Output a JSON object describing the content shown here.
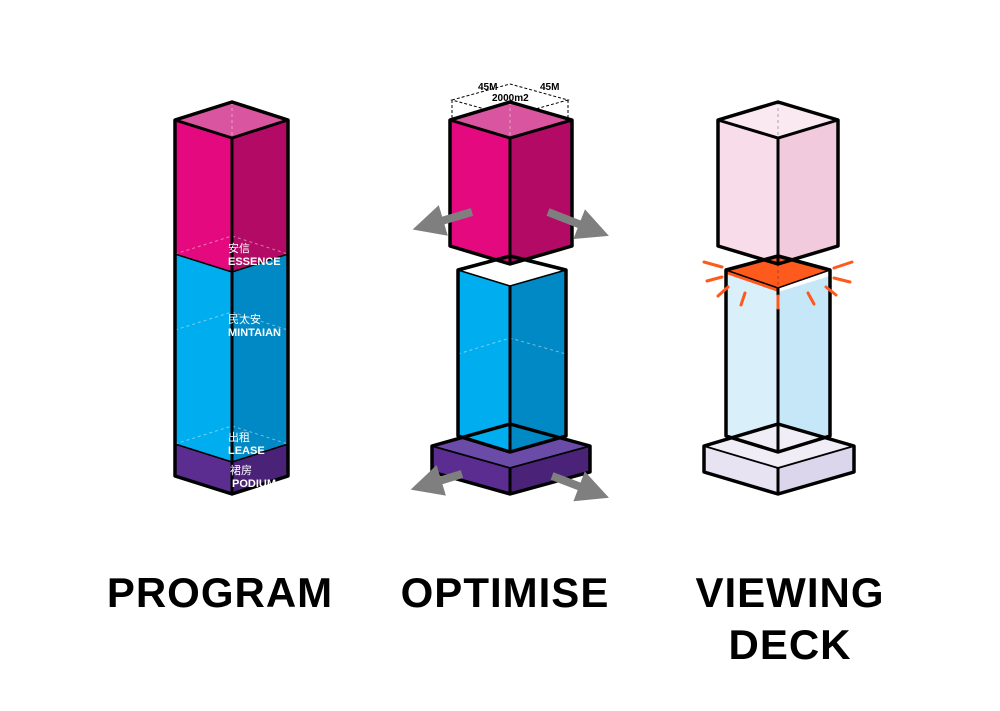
{
  "panels": [
    {
      "id": "program",
      "title": "PROGRAM",
      "sections": [
        {
          "zh": "安信",
          "en": "ESSENCE"
        },
        {
          "zh": "民太安",
          "en": "MINTAIAN"
        },
        {
          "zh": "出租",
          "en": "LEASE"
        },
        {
          "zh": "裙房",
          "en": "PODIUM"
        }
      ]
    },
    {
      "id": "optimise",
      "title": "OPTIMISE",
      "dimensions": {
        "width": "45M",
        "depth": "45M",
        "area": "2000m2"
      }
    },
    {
      "id": "viewing-deck",
      "title_line1": "VIEWING",
      "title_line2": "DECK"
    }
  ],
  "colors": {
    "essence": "#e5097f",
    "essence_top": "#d9559f",
    "essence_side": "#b30a66",
    "tower": "#00adee",
    "tower_side": "#0089c4",
    "podium": "#5b2d90",
    "podium_top": "#6b4ba8",
    "deck": "#ff5a1e",
    "arrow": "#808080",
    "faded_pink": "#f8dcea",
    "faded_blue": "#d9f0fb",
    "faded_podium": "#e7e3f2"
  }
}
